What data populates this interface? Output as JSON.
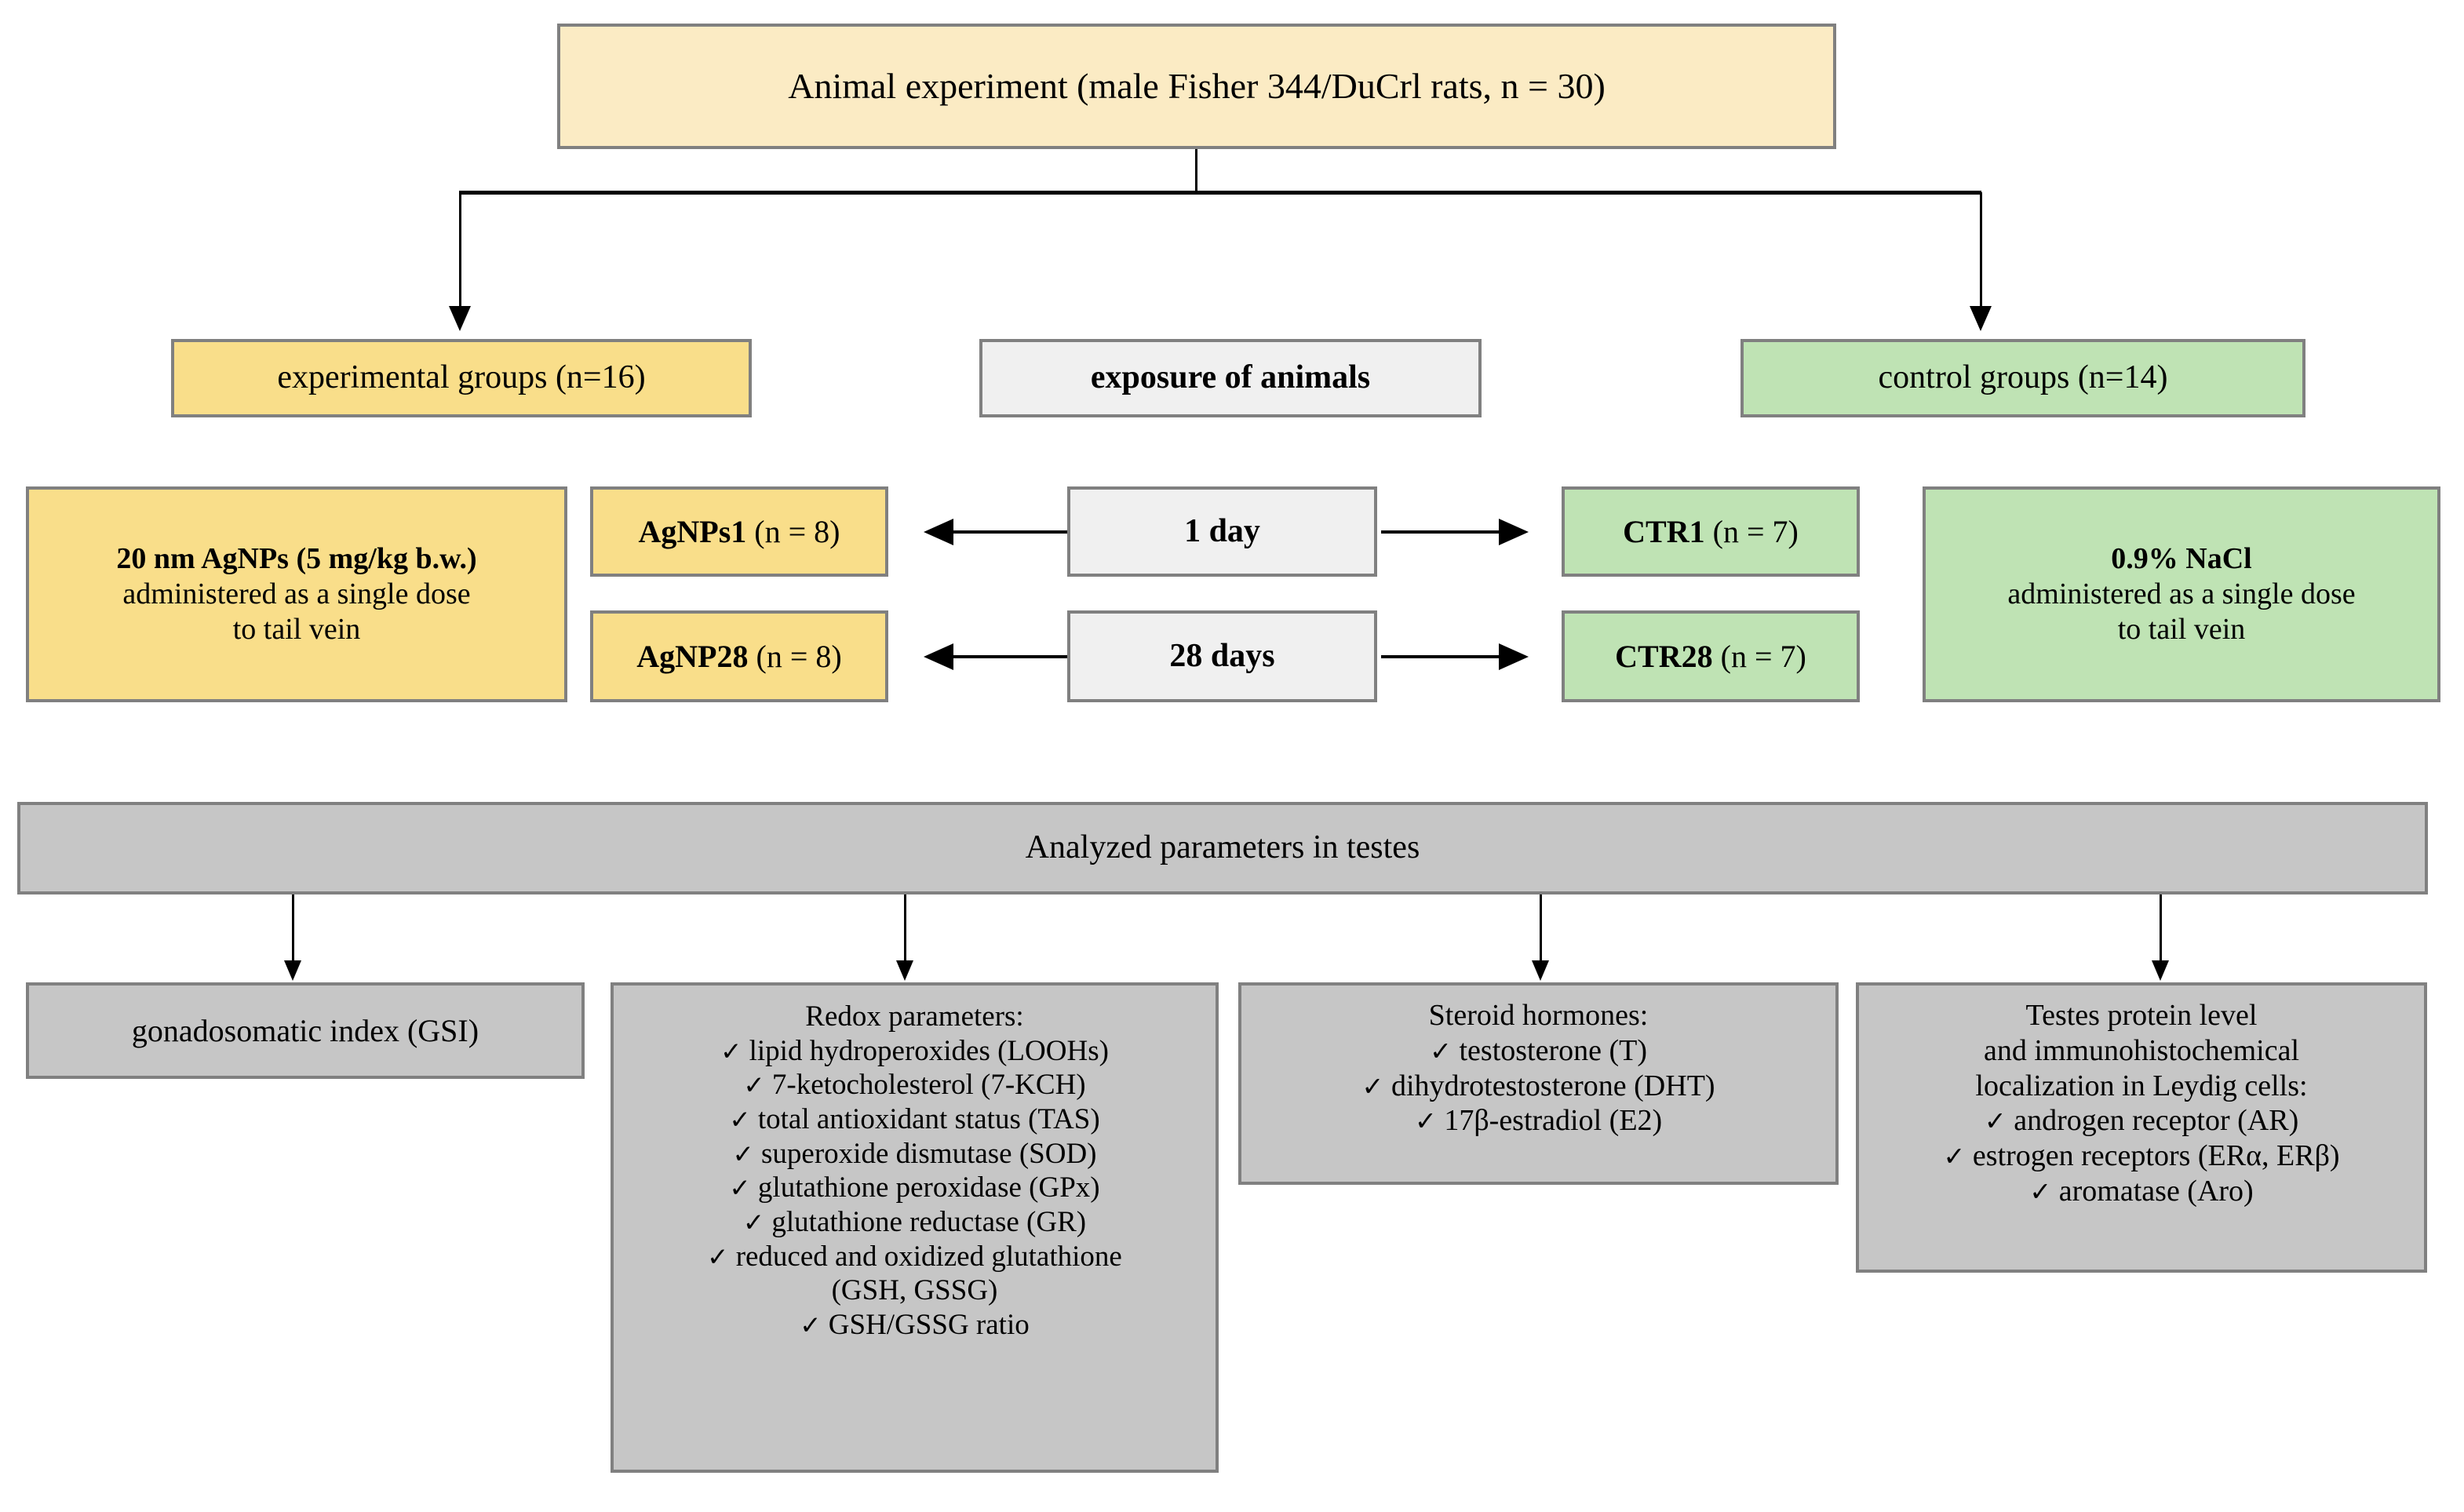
{
  "diagram": {
    "title_box": {
      "label": "Animal experiment (male Fisher 344/DuCrl rats, n = 30)"
    },
    "group_row": {
      "experimental": "experimental groups (n=16)",
      "exposure": "exposure of animals",
      "control": "control groups (n=14)"
    },
    "treatment": {
      "agnp_line1": "20 nm AgNPs (5 mg/kg b.w.)",
      "agnp_line2": "administered as a single dose",
      "agnp_line3": "to tail vein",
      "nacl_line1": "0.9% NaCl",
      "nacl_line2": "administered as a single dose",
      "nacl_line3": "to tail vein"
    },
    "exposure_rows": [
      {
        "exposed_name": "AgNPs1",
        "exposed_n": " (n = 8)",
        "duration": "1 day",
        "control_name": "CTR1",
        "control_n": " (n = 7)"
      },
      {
        "exposed_name": "AgNP28",
        "exposed_n": " (n = 8)",
        "duration": "28 days",
        "control_name": "CTR28",
        "control_n": " (n = 7)"
      }
    ],
    "analysis_bar": {
      "label": "Analyzed parameters in testes"
    },
    "analysis_boxes": [
      {
        "heading": "gonadosomatic index (GSI)",
        "items": []
      },
      {
        "heading": "Redox parameters:",
        "items": [
          "lipid hydroperoxides (LOOHs)",
          "7-ketocholesterol (7-KCH)",
          "total antioxidant status (TAS)",
          "superoxide dismutase (SOD)",
          "glutathione peroxidase (GPx)",
          "glutathione reductase (GR)",
          "reduced and oxidized glutathione",
          "(GSH, GSSG)",
          "GSH/GSSG ratio"
        ],
        "unchecked_lines": [
          "(GSH, GSSG)"
        ]
      },
      {
        "heading": "Steroid hormones:",
        "items": [
          "testosterone (T)",
          "dihydrotestosterone (DHT)",
          "17β-estradiol (E2)"
        ],
        "unchecked_lines": []
      },
      {
        "heading_lines": [
          "Testes protein level",
          "and immunohistochemical",
          "localization in Leydig cells:"
        ],
        "items": [
          "androgen receptor (AR)",
          "estrogen receptors (ERα, ERβ)",
          "aromatase (Aro)"
        ],
        "unchecked_lines": []
      }
    ],
    "icons": {
      "check": "✓"
    },
    "colors": {
      "cream": "#FBEBC4",
      "gold": "#F9DE8A",
      "green": "#BFE3B4",
      "light_gray": "#F0F0F0",
      "mid_gray": "#C6C6C6",
      "border_gray": "#808080",
      "connector": "#000000"
    }
  }
}
